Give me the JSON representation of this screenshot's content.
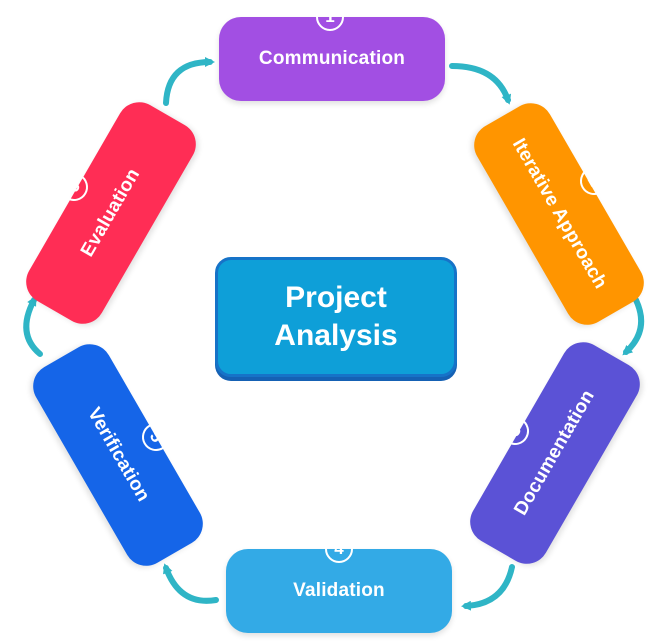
{
  "center": {
    "line1": "Project",
    "line2": "Analysis"
  },
  "steps": [
    {
      "number": "1",
      "label": "Communication",
      "color": "#a24fe3"
    },
    {
      "number": "2",
      "label": "Iterative Approach",
      "color": "#ff9500"
    },
    {
      "number": "3",
      "label": "Documentation",
      "color": "#5b52d6"
    },
    {
      "number": "4",
      "label": "Validation",
      "color": "#33aae6"
    },
    {
      "number": "5",
      "label": "Verification",
      "color": "#1565e8"
    },
    {
      "number": "6",
      "label": "Evaluation",
      "color": "#ff2d55"
    }
  ],
  "arrow_color": "#2fb5c6"
}
